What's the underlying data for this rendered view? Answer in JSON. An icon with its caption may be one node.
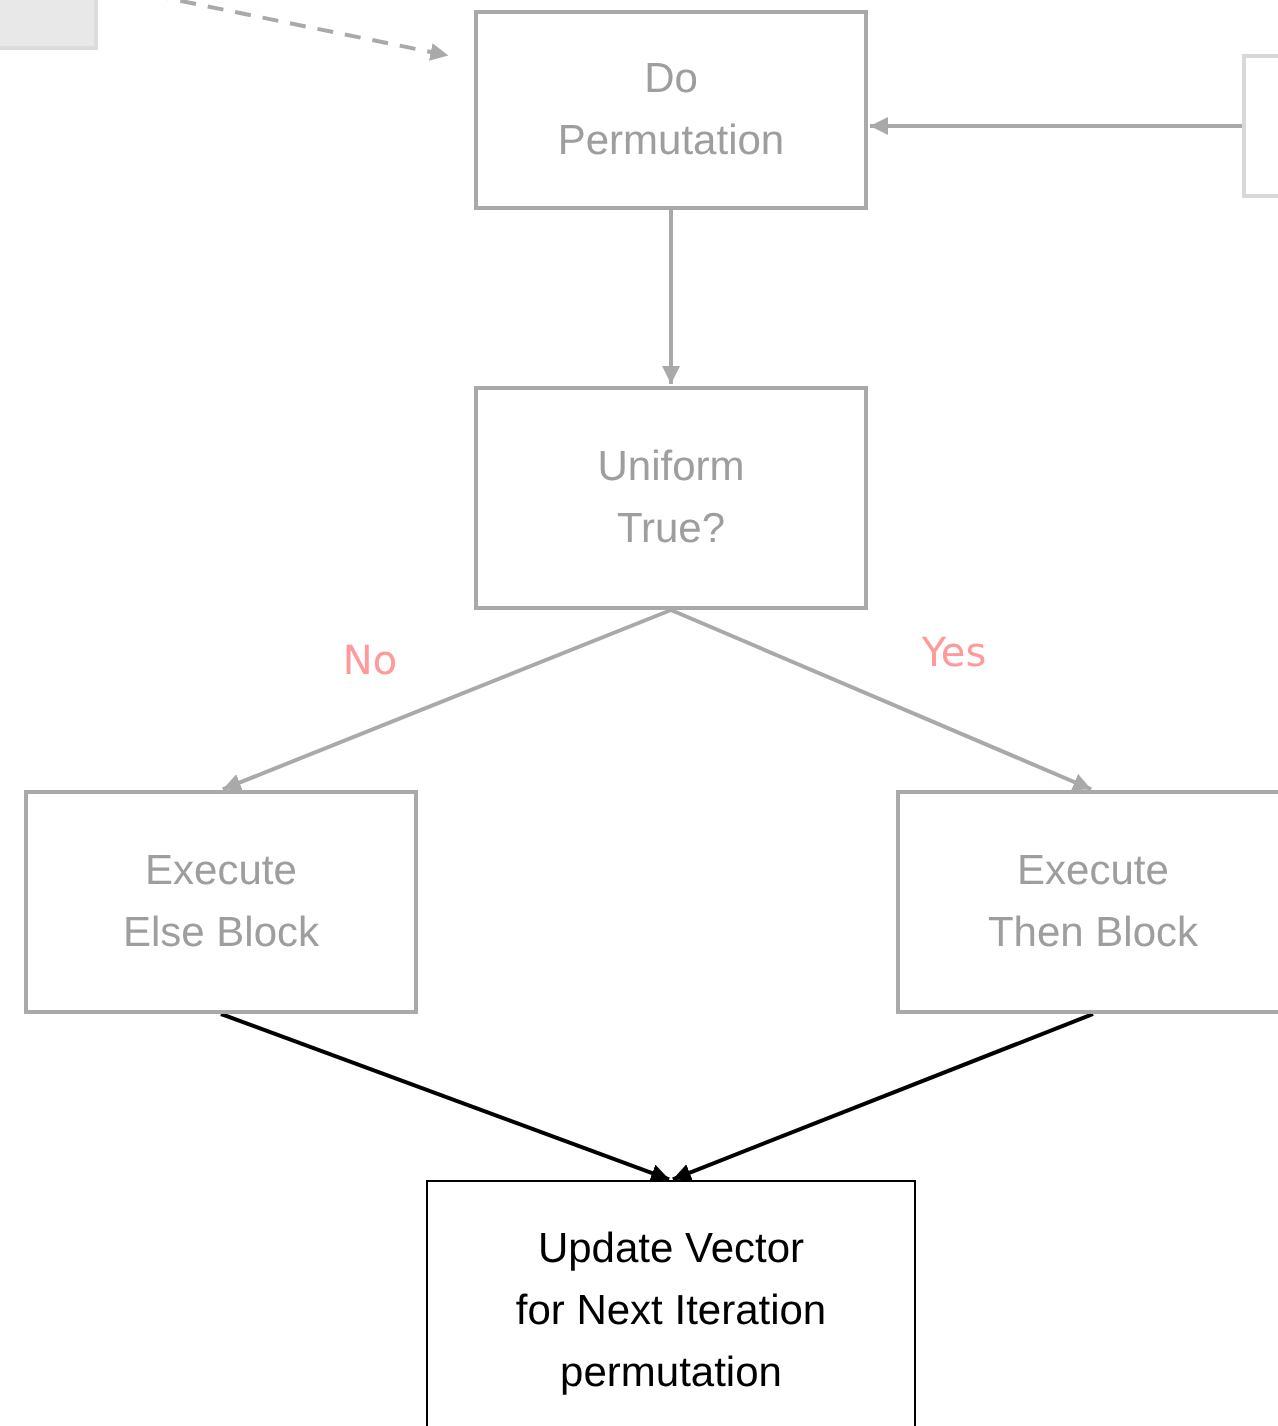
{
  "diagram": {
    "nodes": [
      {
        "text": [],
        "shape": "box"
      },
      {
        "text": [
          "Do Permutation"
        ]
      },
      {
        "text": [],
        "shape": "box"
      },
      {
        "text": [
          "Uniform True?"
        ]
      },
      {
        "text": [
          "Execute Else Block"
        ]
      },
      {
        "text": [
          "Execute Then Block"
        ]
      },
      {
        "text": [
          "Update Vector for Next Iteration permutation"
        ]
      }
    ],
    "edges": [
      {
        "from": 0,
        "to": 1,
        "arrow": "to",
        "style": "dashed"
      },
      {
        "from": 2,
        "to": 1,
        "arrow": "to"
      },
      {
        "from": 1,
        "to": 3,
        "arrow": "to"
      },
      {
        "from": 3,
        "to": 4,
        "arrow": "to",
        "label": "No"
      },
      {
        "from": 3,
        "to": 5,
        "arrow": "to",
        "label": "Yes"
      },
      {
        "from": 4,
        "to": 6,
        "arrow": "to",
        "color": "#000000"
      },
      {
        "from": 5,
        "to": 6,
        "arrow": "to",
        "color": "#000000"
      }
    ]
  }
}
